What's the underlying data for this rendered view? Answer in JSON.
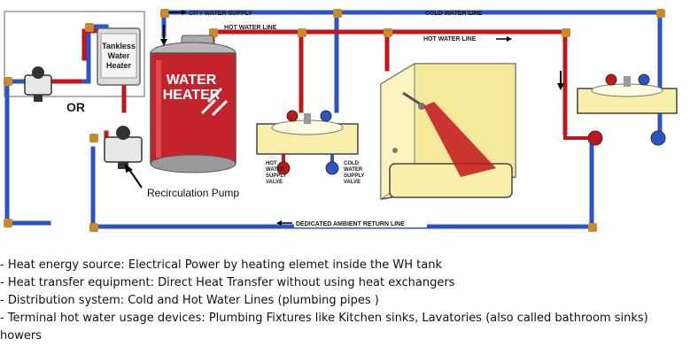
{
  "labels": {
    "city_water_supply": "CITY WATER SUPPLY",
    "cold_water_line": "COLD WATER LINE",
    "hot_water_line_1": "HOT WATER LINE",
    "hot_water_line_2": "HOT WATER LINE",
    "or": "OR",
    "tankless_1": "Tankless",
    "tankless_2": "Water",
    "tankless_3": "Heater",
    "water_heater_1": "WATER",
    "water_heater_2": "HEATER",
    "recirculation_pump": "Recirculation Pump",
    "hot_valve_1": "HOT",
    "hot_valve_2": "WATER",
    "hot_valve_3": "SUPPLY",
    "hot_valve_4": "VALVE",
    "cold_valve_1": "COLD",
    "cold_valve_2": "WATER",
    "cold_valve_3": "SUPPLY",
    "cold_valve_4": "VALVE",
    "return_line": "DEDICATED AMBIENT RETURN LINE"
  },
  "notes": [
    "- Heat energy source: Electrical Power by heating elemet inside the WH tank",
    "- Heat transfer equipment: Direct Heat Transfer without using heat exchangers",
    "- Distribution system: Cold and Hot Water Lines (plumbing pipes )",
    "- Terminal hot water usage devices: Plumbing Fixtures like Kitchen sinks, Lavatories (also called bathroom sinks)",
    "howers"
  ],
  "colors": {
    "cold_pipe": "#2b55c4",
    "hot_pipe": "#c2161c",
    "fitting": "#c98a2e",
    "fixture": "#f7efaa",
    "tank": "#c5232b"
  }
}
